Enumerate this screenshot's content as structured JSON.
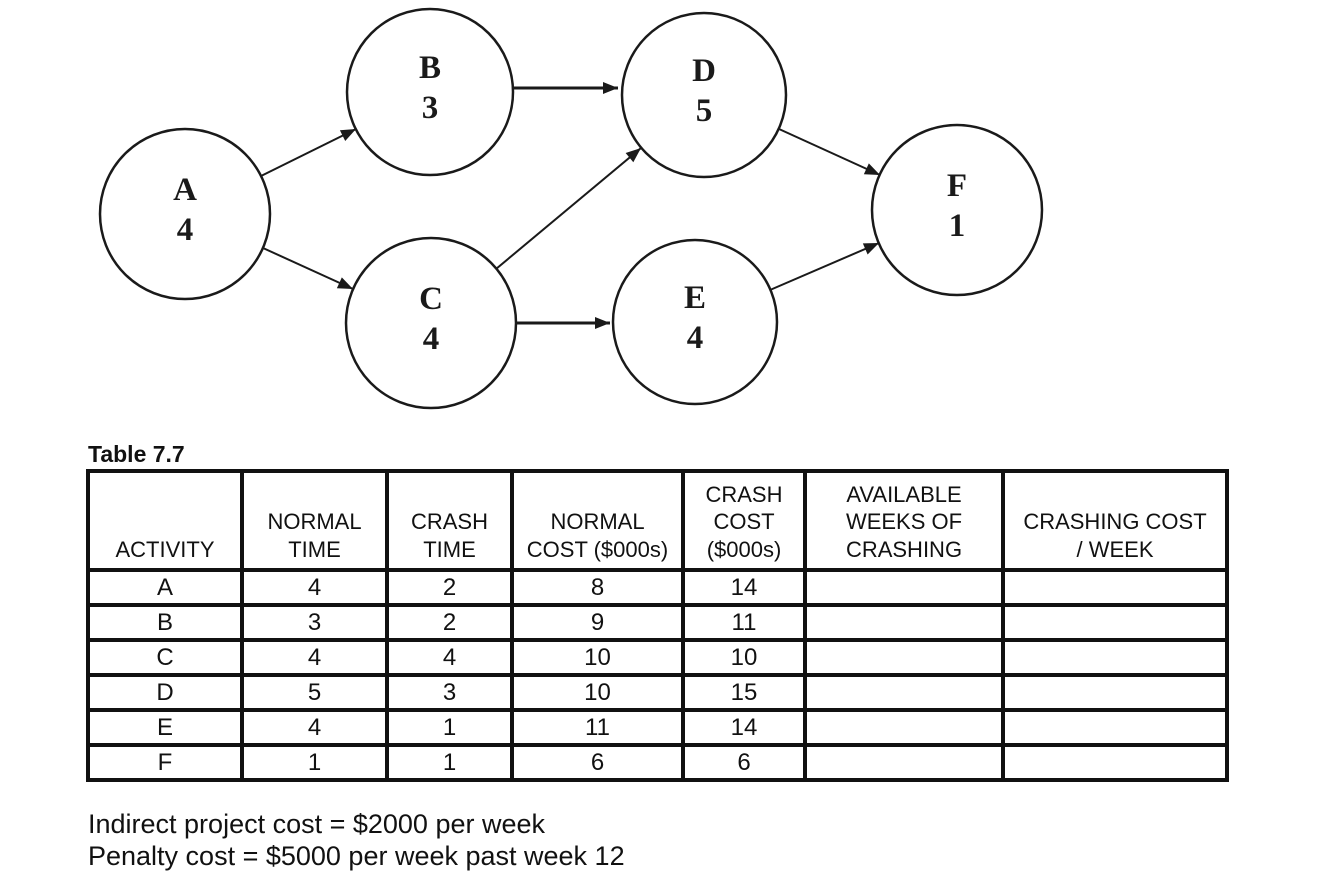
{
  "figure": {
    "description": "activity-on-node project network diagram",
    "nodes": [
      {
        "id": "A",
        "duration": "4"
      },
      {
        "id": "B",
        "duration": "3"
      },
      {
        "id": "C",
        "duration": "4"
      },
      {
        "id": "D",
        "duration": "5"
      },
      {
        "id": "E",
        "duration": "4"
      },
      {
        "id": "F",
        "duration": "1"
      }
    ],
    "edges": [
      [
        "A",
        "B"
      ],
      [
        "A",
        "C"
      ],
      [
        "B",
        "D"
      ],
      [
        "C",
        "D"
      ],
      [
        "C",
        "E"
      ],
      [
        "D",
        "F"
      ],
      [
        "E",
        "F"
      ]
    ]
  },
  "table": {
    "caption": "Table 7.7",
    "headers": [
      "ACTIVITY",
      "NORMAL\nTIME",
      "CRASH\nTIME",
      "NORMAL\nCOST ($000s)",
      "CRASH\nCOST\n($000s)",
      "AVAILABLE\nWEEKS OF\nCRASHING",
      "CRASHING COST\n/ WEEK"
    ],
    "rows": [
      [
        "A",
        "4",
        "2",
        "8",
        "14",
        "",
        ""
      ],
      [
        "B",
        "3",
        "2",
        "9",
        "11",
        "",
        ""
      ],
      [
        "C",
        "4",
        "4",
        "10",
        "10",
        "",
        ""
      ],
      [
        "D",
        "5",
        "3",
        "10",
        "15",
        "",
        ""
      ],
      [
        "E",
        "4",
        "1",
        "11",
        "14",
        "",
        ""
      ],
      [
        "F",
        "1",
        "1",
        "6",
        "6",
        "",
        ""
      ]
    ]
  },
  "notes": {
    "indirect_cost": "Indirect project cost = $2000 per week",
    "penalty_cost": "Penalty cost = $5000 per week past week 12"
  }
}
